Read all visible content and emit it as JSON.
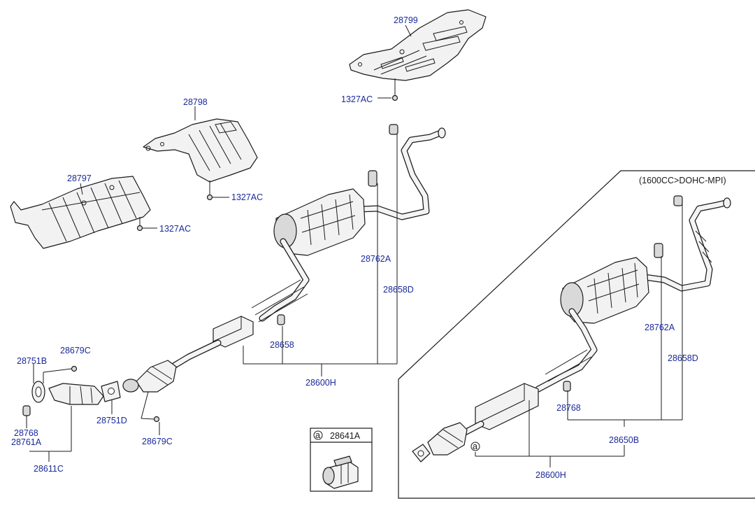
{
  "diagram": {
    "variant_label": "(1600CC>DOHC-MPI)",
    "ref_marker": "a",
    "labels": {
      "p28799": "28799",
      "p1327ac_top": "1327AC",
      "p28798": "28798",
      "p1327ac_mid": "1327AC",
      "p28797": "28797",
      "p1327ac_left": "1327AC",
      "p28762a_main": "28762A",
      "p28658d_main": "28658D",
      "p28658": "28658",
      "p28600h_main": "28600H",
      "p28751b": "28751B",
      "p28679c_top": "28679C",
      "p28768_left": "28768",
      "p28761a": "28761A",
      "p28611c": "28611C",
      "p28751d": "28751D",
      "p28679c_bot": "28679C",
      "p28641a": "28641A",
      "p28762a_inset": "28762A",
      "p28658d_inset": "28658D",
      "p28768_inset": "28768",
      "p28650b": "28650B",
      "p28600h_inset": "28600H"
    }
  }
}
